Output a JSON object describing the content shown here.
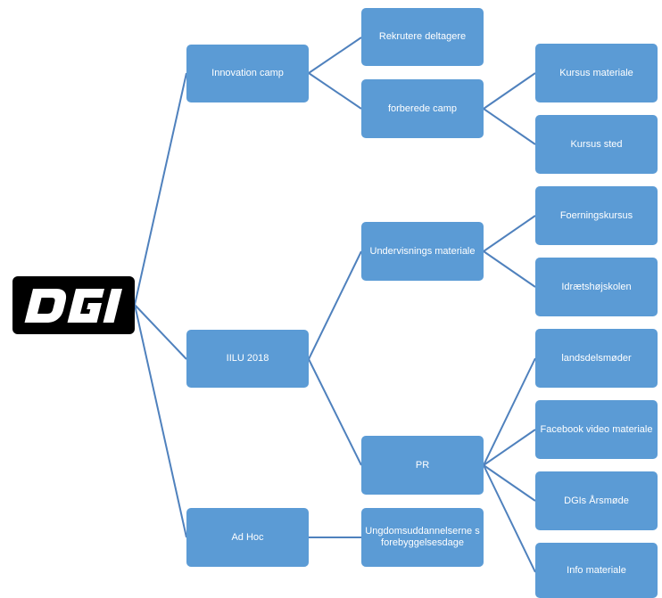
{
  "logo": {
    "text": "DGI"
  },
  "nodes": {
    "innovation_camp": "Innovation camp",
    "rekrutere_deltagere": "Rekrutere deltagere",
    "forberede_camp": "forberede camp",
    "kursus_materiale": "Kursus materiale",
    "kursus_sted": "Kursus sted",
    "iilu_2018": "IILU 2018",
    "undervisnings_materiale": "Undervisnings materiale",
    "foerningskursus": "Foerningskursus",
    "idraetshojskolen": "Idrætshøjskolen",
    "pr": "PR",
    "landsdelsmoder": "landsdelsmøder",
    "facebook_video": "Facebook video materiale",
    "dgis_arsmode": "DGIs Årsmøde",
    "info_materiale": "Info materiale",
    "ad_hoc": "Ad Hoc",
    "ungdoms": "Ungdomsuddannelserne s forebyggelsesdage"
  },
  "colors": {
    "node_fill": "#5b9bd5",
    "connector": "#4f81bd",
    "logo_bg": "#000000",
    "text": "#ffffff"
  }
}
